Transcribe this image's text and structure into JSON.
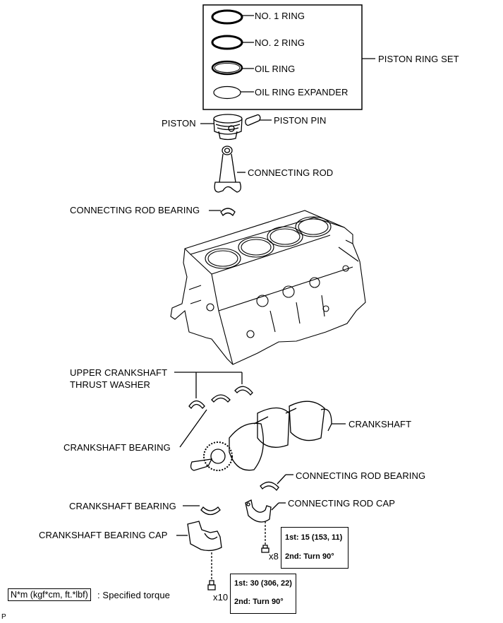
{
  "labels": {
    "no1_ring": "NO. 1 RING",
    "no2_ring": "NO. 2 RING",
    "oil_ring": "OIL RING",
    "oil_ring_expander": "OIL RING EXPANDER",
    "piston_ring_set": "PISTON RING SET",
    "piston": "PISTON",
    "piston_pin": "PISTON PIN",
    "connecting_rod": "CONNECTING ROD",
    "connecting_rod_bearing_top": "CONNECTING ROD BEARING",
    "upper_thrust_washer_1": "UPPER CRANKSHAFT",
    "upper_thrust_washer_2": "THRUST WASHER",
    "crankshaft": "CRANKSHAFT",
    "crankshaft_bearing_upper": "CRANKSHAFT BEARING",
    "connecting_rod_bearing_lower": "CONNECTING ROD BEARING",
    "crankshaft_bearing_lower": "CRANKSHAFT BEARING",
    "connecting_rod_cap": "CONNECTING ROD CAP",
    "crankshaft_bearing_cap": "CRANKSHAFT BEARING CAP"
  },
  "torque": {
    "rod_cap": {
      "first": "1st: 15 (153, 11)",
      "second": "2nd: Turn 90°",
      "count": "x8"
    },
    "bearing_cap": {
      "first": "1st: 30 (306, 22)",
      "second": "2nd: Turn 90°",
      "count": "x10"
    }
  },
  "legend": {
    "unit": "N*m (kgf*cm, ft.*lbf)",
    "text": ": Specified torque"
  },
  "corner_mark": "P"
}
